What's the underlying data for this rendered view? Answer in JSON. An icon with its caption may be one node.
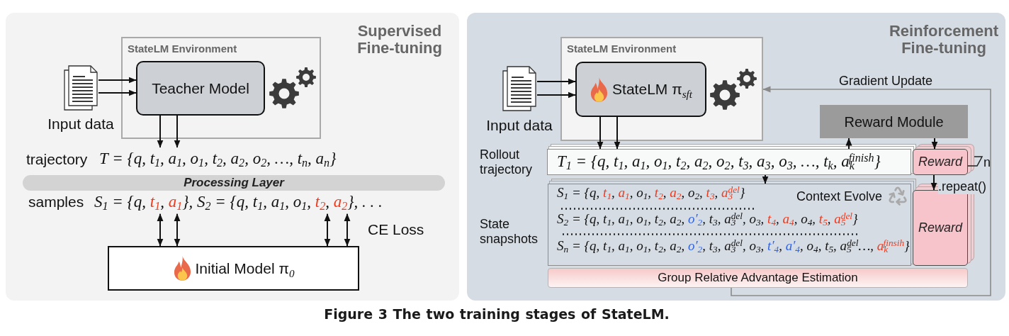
{
  "diagram": {
    "caption": "Figure 3 The two training stages of StateLM.",
    "nodes": [
      {
        "text": [
          "Supervised Fine-tuning"
        ]
      },
      {
        "text": [
          "StateLM Environment"
        ],
        "in": 0
      },
      {
        "text": [
          "Teacher Model"
        ],
        "in": 1
      },
      {
        "text": [],
        "shape": "document",
        "beside": [
          "Input data"
        ],
        "in": 0
      },
      {
        "text": [
          "T = {q, t$_{1}$, a$_{1}$, o$_{1}$, t$_{2}$, a$_{2}$, o$_{2}$, …, t$_{n}$, a$_{n}$}"
        ],
        "beside": [
          "trajectory"
        ],
        "in": 0
      },
      {
        "text": [
          "Processing Layer"
        ],
        "in": 0
      },
      {
        "text": [
          "S$_{1}$ = {q, t$_{1}$, a$_{1}$}, S$_{2}$ = {q, t$_{1}$, a$_{1}$, o$_{1}$, t$_{2}$, a$_{2}$}, . . ."
        ],
        "beside": [
          "samples"
        ],
        "in": 0
      },
      {
        "text": [
          "Initial Model π$_{0}$"
        ],
        "in": 0
      },
      {
        "text": [
          "Reinforcement Fine-tuning"
        ]
      },
      {
        "text": [
          "StateLM Environment"
        ],
        "in": 8
      },
      {
        "text": [
          "StateLM π$_{sft}$"
        ],
        "in": 9
      },
      {
        "text": [],
        "shape": "document",
        "beside": [
          "Input data"
        ],
        "in": 8
      },
      {
        "text": [
          "Reward Module"
        ],
        "in": 8
      },
      {
        "text": [
          "T$_{1}$ = {q, t$_{1}$, a$_{1}$, o$_{1}$, t$_{2}$, a$_{2}$, o$_{2}$, t$_{3}$, a$_{3}$, o$_{3}$, …, t$_{k}$, a$_{k}$$^{finish}$}"
        ],
        "beside": [
          "Rollout trajectory"
        ],
        "in": 8
      },
      {
        "text": [
          "Reward"
        ],
        "in": 8
      },
      {
        "text": [
          "S$_{1}$ = {q, t$_{1}$, a$_{1}$, o$_{1}$, t$_{2}$, a$_{2}$, o$_{2}$, t$_{3}$, a$_{3}$$^{del}$}",
          "Context Evolve",
          "S$_{2}$ = {q, t$_{1}$, a$_{1}$, o$_{1}$, t$_{2}$, a$_{2}$, o′$_{2}$, t$_{3}$, a$_{3}$$^{del}$, o$_{3}$, t$_{4}$, a$_{4}$, o$_{4}$, t$_{5}$, a$_{5}$$^{del}$}",
          "S$_{n}$ = {q, t$_{1}$, a$_{1}$, o$_{1}$, t$_{2}$, a$_{2}$, o′$_{2}$, t$_{3}$, a$_{3}$$^{del}$, o$_{3}$, t′$_{4}$, a′$_{4}$, o$_{4}$, t$_{5}$, a$_{5}$$^{del}$…, a$_{k}$$^{finsih}$}"
        ],
        "beside": [
          "State snapshots"
        ],
        "in": 8
      },
      {
        "text": [
          "Reward"
        ],
        "in": 8
      },
      {
        "text": [
          "Group Relative Advantage Estimation"
        ],
        "in": 8
      }
    ],
    "edges": [
      {
        "from": 3,
        "to": 2,
        "arrow": "to"
      },
      {
        "from": 3,
        "to": 2,
        "arrow": "to"
      },
      {
        "from": 2,
        "to": 4,
        "arrow": "to"
      },
      {
        "from": 2,
        "to": 4,
        "arrow": "to"
      },
      {
        "from": 6,
        "to": 7,
        "arrow": "both"
      },
      {
        "from": 6,
        "to": 7,
        "arrow": "both"
      },
      {
        "from": 6,
        "to": 7,
        "arrow": "both"
      },
      {
        "from": 6,
        "to": 7,
        "arrow": "both"
      },
      {
        "from": 11,
        "to": 10,
        "arrow": "to"
      },
      {
        "from": 11,
        "to": 10,
        "arrow": "to"
      },
      {
        "from": 10,
        "to": 13,
        "arrow": "to"
      },
      {
        "from": 10,
        "to": 13,
        "arrow": "to"
      },
      {
        "from": 13,
        "to": 12,
        "arrow": "to"
      },
      {
        "from": 12,
        "to": 14,
        "arrow": "to"
      },
      {
        "from": 13,
        "to": 15,
        "arrow": "to"
      },
      {
        "from": 14,
        "to": 16,
        "arrow": "to",
        "label": ".repeat()"
      },
      {
        "from": 17,
        "to": 9,
        "arrow": "to",
        "label": "Gradient Update",
        "color": "#8a8a8a"
      }
    ],
    "labels": [
      "CE Loss",
      "n"
    ]
  }
}
